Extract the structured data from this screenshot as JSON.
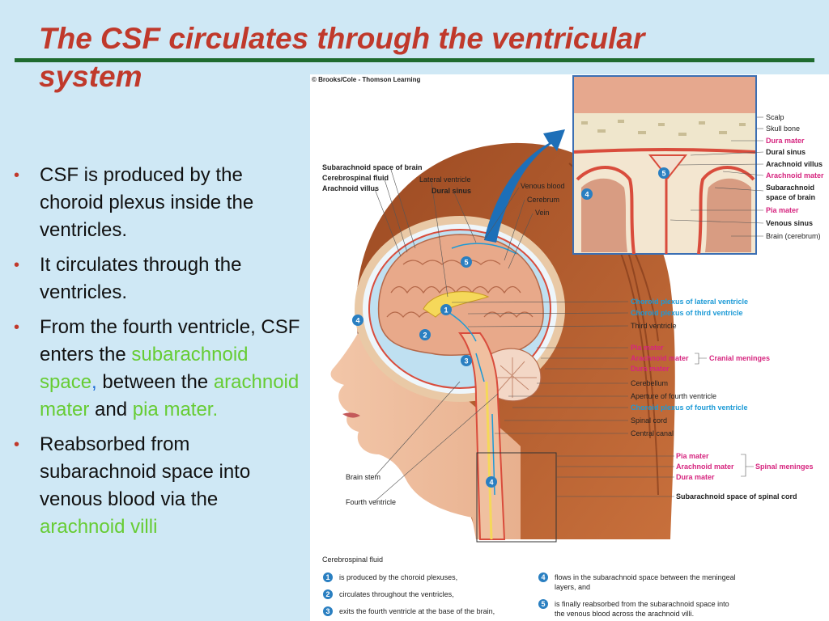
{
  "slide": {
    "title": "The CSF circulates through the ventricular system",
    "bullets": [
      {
        "parts": [
          {
            "text": "CSF is produced by the choroid plexus inside the ventricles.",
            "color": "normal"
          }
        ]
      },
      {
        "parts": [
          {
            "text": "It circulates through the ventricles.",
            "color": "normal"
          }
        ]
      },
      {
        "parts": [
          {
            "text": "From the fourth ventricle, CSF enters the ",
            "color": "normal"
          },
          {
            "text": "subarachnoid space",
            "color": "green"
          },
          {
            "text": ",",
            "color": "blue"
          },
          {
            "text": " between the ",
            "color": "normal"
          },
          {
            "text": "arachnoid mater",
            "color": "green"
          },
          {
            "text": " and ",
            "color": "normal"
          },
          {
            "text": "pia mater.",
            "color": "green"
          }
        ]
      },
      {
        "parts": [
          {
            "text": "Reabsorbed from subarachnoid space into venous blood via the ",
            "color": "normal"
          },
          {
            "text": "arachnoid villi",
            "color": "green"
          }
        ]
      }
    ],
    "bullet_symbol": "•"
  },
  "figure": {
    "credit": "© Brooks/Cole - Thomson Learning",
    "left_labels": {
      "subarachnoid_space_of_brain": "Subarachnoid space of brain",
      "cerebrospinal_fluid": "Cerebrospinal fluid",
      "arachnoid_villus": "Arachnoid villus",
      "lateral_ventricle": "Lateral ventricle",
      "dural_sinus": "Dural sinus",
      "venous_blood": "Venous blood",
      "cerebrum": "Cerebrum",
      "vein": "Vein",
      "brain_stem": "Brain stem",
      "fourth_ventricle": "Fourth ventricle"
    },
    "inset_labels": {
      "scalp": "Scalp",
      "skull_bone": "Skull bone",
      "dura_mater": "Dura mater",
      "dural_sinus": "Dural sinus",
      "arachnoid_villus": "Arachnoid villus",
      "arachnoid_mater": "Arachnoid mater",
      "subarachnoid_space_line1": "Subarachnoid",
      "subarachnoid_space_line2": "space of brain",
      "pia_mater": "Pia mater",
      "venous_sinus": "Venous sinus",
      "brain_cerebrum": "Brain (cerebrum)"
    },
    "right_labels": {
      "choroid_lateral": "Choroid plexus of lateral ventricle",
      "choroid_third": "Choroid plexus of third ventricle",
      "third_ventricle": "Third ventricle",
      "pia_mater": "Pia mater",
      "arachnoid_mater": "Arachnoid mater",
      "dura_mater": "Dura mater",
      "cranial_meninges": "Cranial meninges",
      "cerebellum": "Cerebellum",
      "aperture": "Aperture of fourth ventricle",
      "choroid_fourth": "Choroid plexus of fourth ventricle",
      "spinal_cord": "Spinal cord",
      "central_canal": "Central canal",
      "spinal_pia": "Pia mater",
      "spinal_arachnoid": "Arachnoid mater",
      "spinal_dura": "Dura mater",
      "spinal_meninges": "Spinal meninges",
      "subarachnoid_spinal": "Subarachnoid space of spinal cord"
    },
    "step_numbers": [
      "1",
      "2",
      "3",
      "4",
      "5"
    ],
    "legend": {
      "heading": "Cerebrospinal fluid",
      "items": [
        {
          "num": "1",
          "line1": "is produced by the choroid plexuses,",
          "line2": ""
        },
        {
          "num": "2",
          "line1": "circulates throughout the ventricles,",
          "line2": ""
        },
        {
          "num": "3",
          "line1": "exits the fourth ventricle at the base of the brain,",
          "line2": ""
        },
        {
          "num": "4",
          "line1": "flows in the subarachnoid space between the meningeal",
          "line2": "layers, and"
        },
        {
          "num": "5",
          "line1": "is finally reabsorbed from the subarachnoid space into",
          "line2": "the venous blood across the arachnoid villi."
        }
      ]
    },
    "colors": {
      "title": "#c0392b",
      "rule": "#1f6b2e",
      "highlight_green": "#66cc33",
      "label_pink": "#d6257f",
      "label_blue": "#1c9ad6",
      "step_circle": "#2a7fc1",
      "background": "#cfe8f5"
    }
  }
}
